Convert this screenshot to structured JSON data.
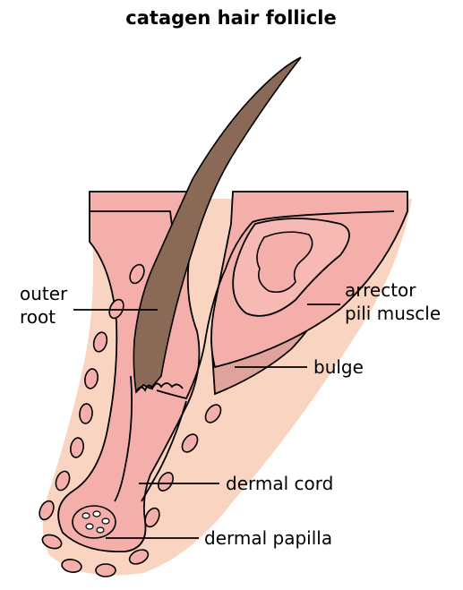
{
  "title": "catagen hair follicle",
  "labels": {
    "outer_root_line1": "outer",
    "outer_root_line2": "root",
    "arrector_line1": "arrector",
    "arrector_line2": "pili muscle",
    "bulge": "bulge",
    "dermal_cord": "dermal cord",
    "dermal_papilla": "dermal papilla"
  },
  "colors": {
    "dermis": "#f9d4c0",
    "epithelium": "#f4afab",
    "muscle": "#e0a39b",
    "gland": "#f6b9b4",
    "hair": "#8a6a56",
    "cells": "#f4afab",
    "outline": "#000000"
  }
}
